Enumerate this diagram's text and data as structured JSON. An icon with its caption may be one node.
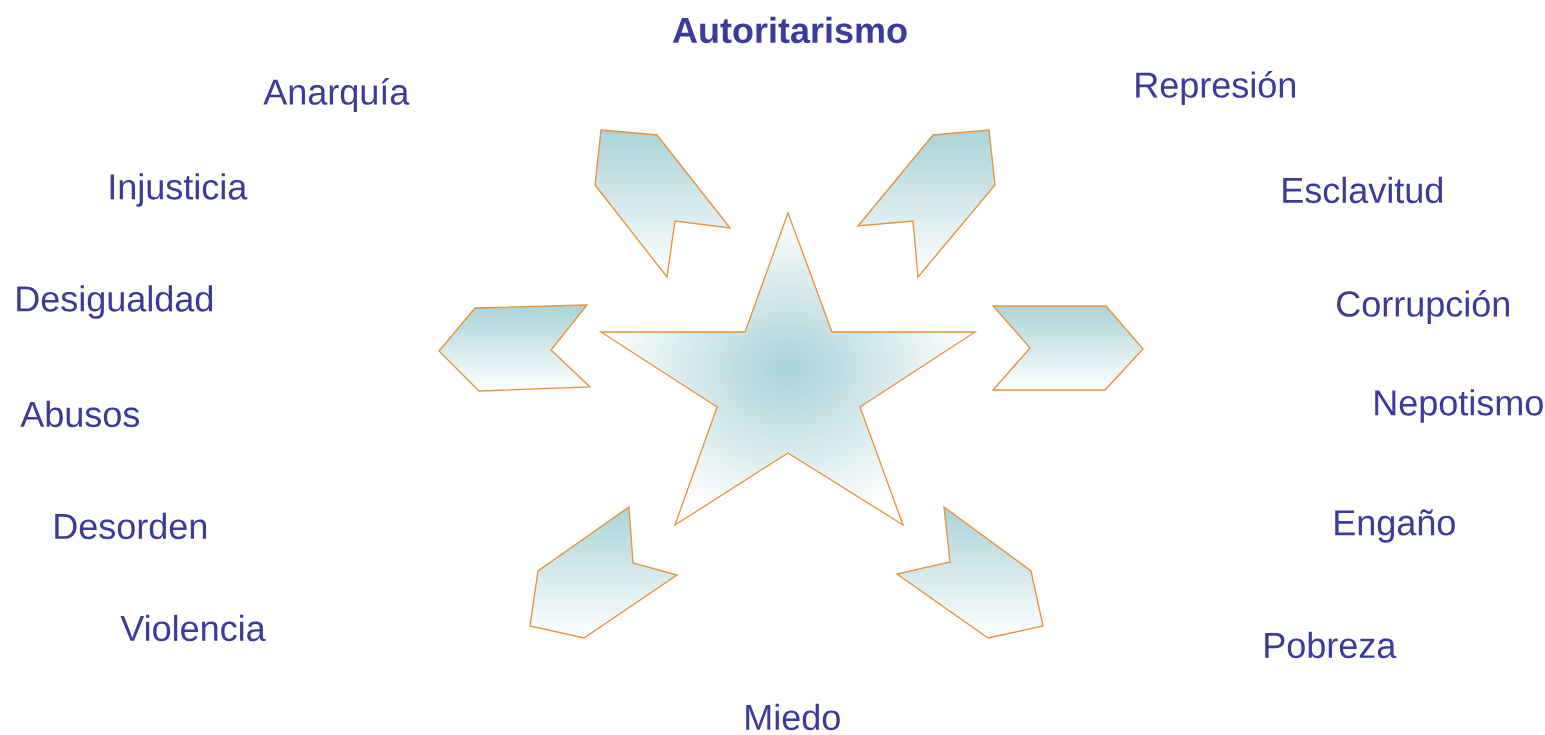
{
  "diagram": {
    "title": "Autoritarismo",
    "nodes": [
      {
        "text": [],
        "shape": "star"
      }
    ],
    "labels": [
      "Anarquía",
      "Represión",
      "Injusticia",
      "Esclavitud",
      "Desigualdad",
      "Corrupción",
      "Abusos",
      "Nepotismo",
      "Desorden",
      "Engaño",
      "Violencia",
      "Pobreza",
      "Miedo"
    ]
  }
}
